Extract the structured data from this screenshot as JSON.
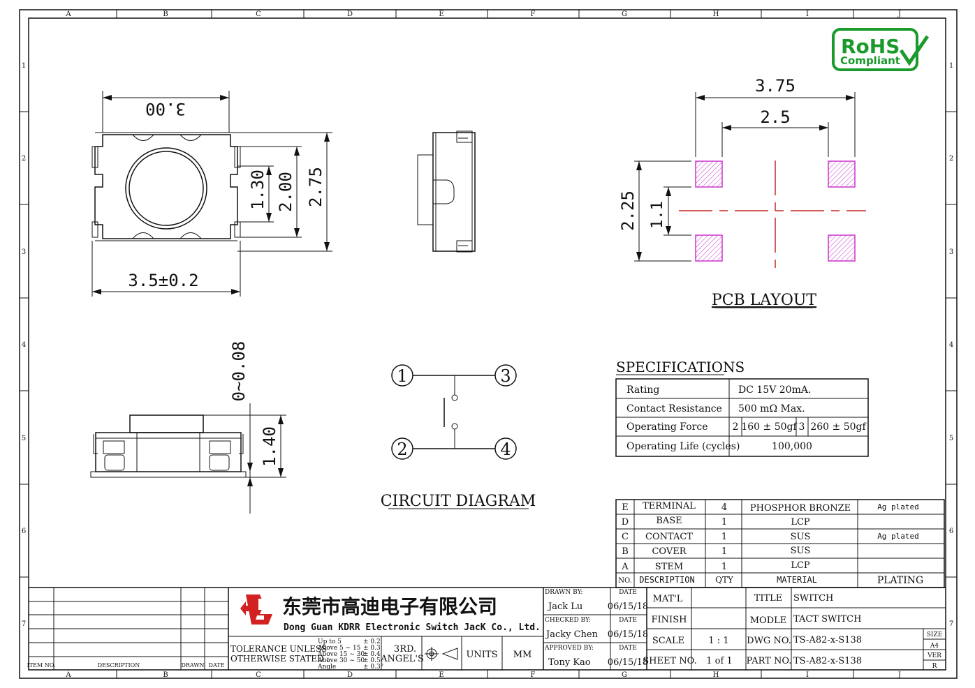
{
  "grid": {
    "columns": [
      "A",
      "B",
      "C",
      "D",
      "E",
      "F",
      "G",
      "H",
      "I",
      "J"
    ],
    "rows": [
      "1",
      "2",
      "3",
      "4",
      "5",
      "6",
      "7"
    ]
  },
  "rohs": {
    "line1": "RoHS",
    "line2": "Compliant"
  },
  "top_view": {
    "dim_top": "3.00",
    "dim_bottom": "3.5±0.2",
    "dim_h1": "1.30",
    "dim_h2": "2.00",
    "dim_h3": "2.75"
  },
  "side_view": {
    "dim_gap": "0~0.08",
    "dim_height": "1.40"
  },
  "pcb_layout": {
    "title": "PCB LAYOUT",
    "dim_w1": "3.75",
    "dim_w2": "2.5",
    "dim_h1": "2.25",
    "dim_h2": "1.1"
  },
  "circuit": {
    "title": "CIRCUIT DIAGRAM",
    "pins": [
      "1",
      "2",
      "3",
      "4"
    ]
  },
  "specifications": {
    "title": "SPECIFICATIONS",
    "rating_label": "Rating",
    "rating_value": "DC 15V 20mA.",
    "contact_label": "Contact Resistance",
    "contact_value": "500 mΩ  Max.",
    "force_label": "Operating Force",
    "force_a_no": "2",
    "force_a_val": "160 ± 50gf",
    "force_b_no": "3",
    "force_b_val": "260 ± 50gf",
    "life_label": "Operating Life (cycles)",
    "life_value": "100,000"
  },
  "bom": {
    "rows": [
      {
        "no": "E",
        "desc": "TERMINAL",
        "qty": "4",
        "material": "PHOSPHOR BRONZE",
        "plating": "Ag plated"
      },
      {
        "no": "D",
        "desc": "BASE",
        "qty": "1",
        "material": "LCP",
        "plating": ""
      },
      {
        "no": "C",
        "desc": "CONTACT",
        "qty": "1",
        "material": "SUS",
        "plating": "Ag plated"
      },
      {
        "no": "B",
        "desc": "COVER",
        "qty": "1",
        "material": "SUS",
        "plating": ""
      },
      {
        "no": "A",
        "desc": "STEM",
        "qty": "1",
        "material": "LCP",
        "plating": ""
      }
    ],
    "header": {
      "no": "NO.",
      "desc": "DESCRIPTION",
      "qty": "QTY",
      "material": "MATERIAL",
      "plating": "PLATING"
    }
  },
  "title_block": {
    "revision_headers": {
      "item_no": "ITEM NO.",
      "description": "DESCRIPTION",
      "drawn": "DRAWN",
      "date": "DATE"
    },
    "company_cn": "东莞市高迪电子有限公司",
    "company_en": "Dong Guan KDRR  Electronic Switch JacK Co., Ltd.",
    "tolerance_label_1": "TOLERANCE UNLESS",
    "tolerance_label_2": "OTHERWISE STATED :",
    "tolerance_ranges": [
      "Up to 5",
      "Above 5  ~ 15",
      "Above 15 ~ 30",
      "Above 30 ~ 50",
      "Angle"
    ],
    "tolerance_values": [
      "± 0.2",
      "± 0.3",
      "± 0.4",
      "± 0.5",
      "± 0.3°"
    ],
    "angle_label_1": "3RD.",
    "angle_label_2": "ANGEL'S",
    "units_label": "UNITS",
    "units_value": "MM",
    "drawn_by_label": "DRAWN BY:",
    "drawn_by": "Jack  Lu",
    "checked_by_label": "CHECKED BY:",
    "checked_by": "Jacky Chen",
    "approved_by_label": "APPROVED BY:",
    "approved_by": "Tony Kao",
    "date_label": "DATE",
    "date_drawn": "06/15/18",
    "date_checked": "06/15/18",
    "date_approved": "06/15/18",
    "matl_label": "MAT'L",
    "matl_value": "",
    "finish_label": "FINISH",
    "finish_value": "",
    "scale_label": "SCALE",
    "scale_value": "1 : 1",
    "sheet_label": "SHEET NO.",
    "sheet_value": "1 of 1",
    "title_label": "TITLE",
    "title_value": "SWITCH",
    "model_label": "MODLE",
    "model_value": "TACT SWITCH",
    "dwg_label": "DWG NO.",
    "dwg_value": "TS-A82-x-S138",
    "part_label": "PART NO.",
    "part_value": "TS-A82-x-S138",
    "size_label": "SIZE",
    "size_value": "A4",
    "ver_label": "VER",
    "ver_value": "R"
  }
}
